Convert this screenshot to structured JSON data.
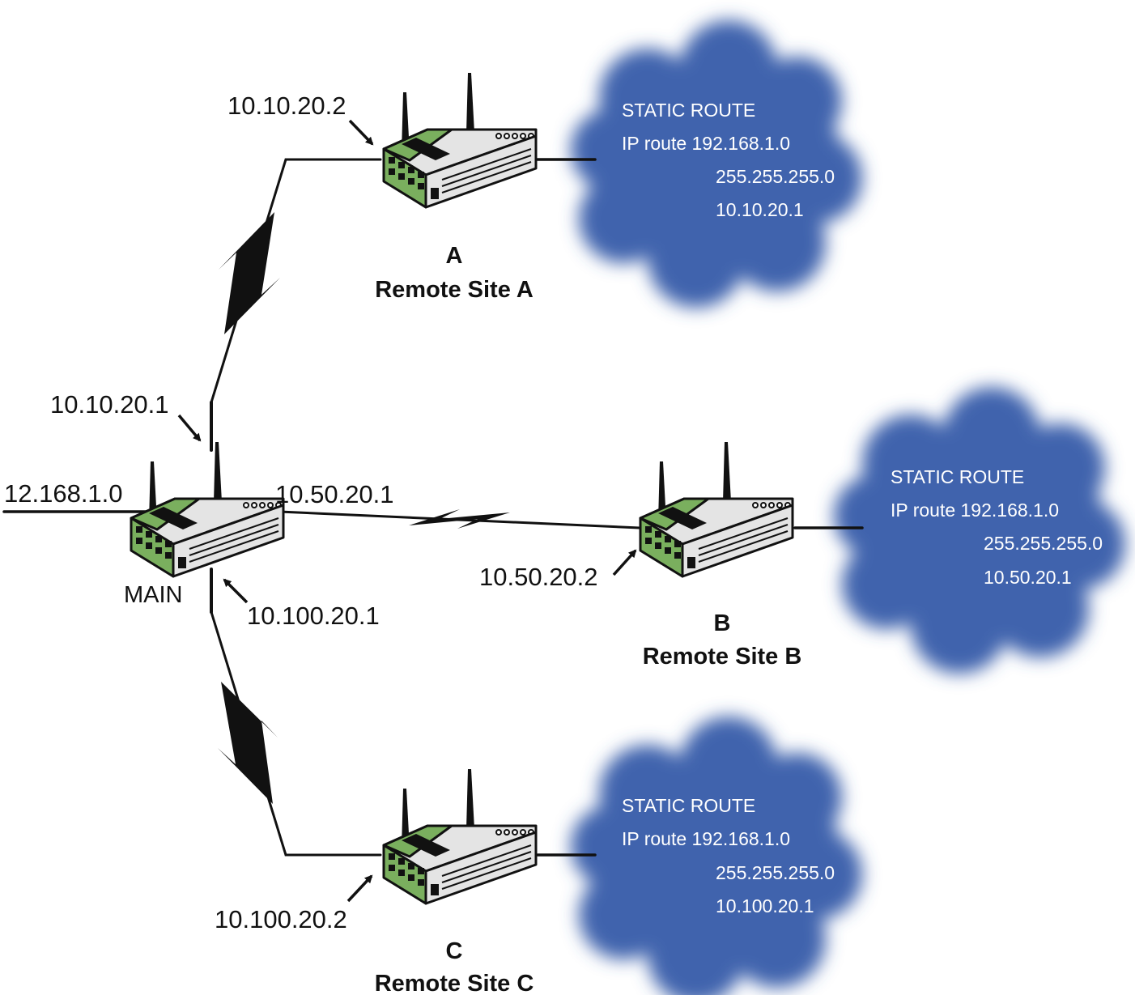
{
  "colors": {
    "cloud": "#3f63ad",
    "router_green": "#7aaf5e",
    "router_body": "#e4e4e4",
    "line": "#111111"
  },
  "main": {
    "label": "MAIN",
    "lan_label": "12.168.1.0",
    "link_a_ip": "10.10.20.1",
    "link_b_ip": "10.50.20.1",
    "link_c_ip": "10.100.20.1"
  },
  "sites": {
    "a": {
      "letter": "A",
      "name": "Remote Site A",
      "ip": "10.10.20.2",
      "static_route": {
        "heading": "STATIC ROUTE",
        "line1": "IP route 192.168.1.0",
        "mask": "255.255.255.0",
        "next_hop": "10.10.20.1"
      }
    },
    "b": {
      "letter": "B",
      "name": "Remote Site B",
      "ip": "10.50.20.2",
      "static_route": {
        "heading": "STATIC ROUTE",
        "line1": "IP route 192.168.1.0",
        "mask": "255.255.255.0",
        "next_hop": "10.50.20.1"
      }
    },
    "c": {
      "letter": "C",
      "name": "Remote Site C",
      "ip": "10.100.20.2",
      "static_route": {
        "heading": "STATIC ROUTE",
        "line1": "IP route 192.168.1.0",
        "mask": "255.255.255.0",
        "next_hop": "10.100.20.1"
      }
    }
  }
}
